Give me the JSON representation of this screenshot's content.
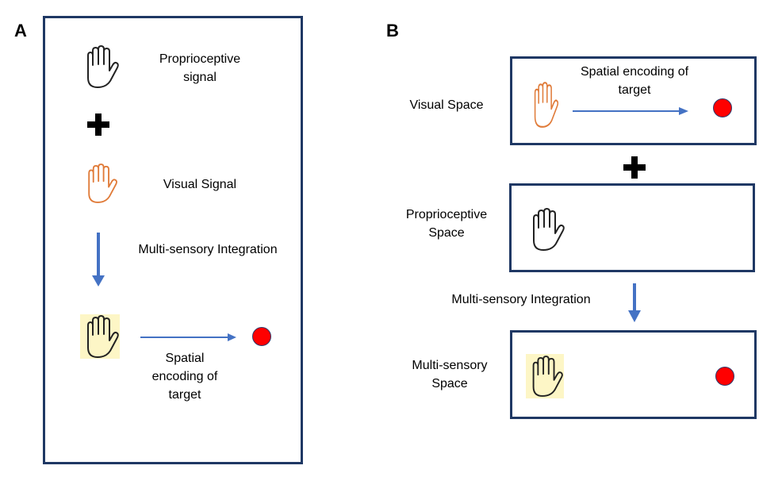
{
  "panel_a": {
    "letter": "A",
    "proprioceptive_label": "Proprioceptive\nsignal",
    "visual_label": "Visual Signal",
    "integration_label": "Multi-sensory Integration",
    "spatial_label": "Spatial\nencoding of\ntarget"
  },
  "panel_b": {
    "letter": "B",
    "visual_space_label": "Visual Space",
    "spatial_label": "Spatial encoding of\ntarget",
    "proprioceptive_space_label": "Proprioceptive\nSpace",
    "integration_label": "Multi-sensory Integration",
    "multisensory_space_label": "Multi-sensory\nSpace"
  },
  "colors": {
    "box_border": "#1f3864",
    "arrow": "#4472c4",
    "target": "#ff0000",
    "visual_hand": "#e07b39",
    "proprioceptive_hand": "#222222",
    "integrated_hand_fill": "#fdf6c6"
  },
  "icons": {
    "hand": "hand-icon",
    "plus": "plus-icon",
    "target": "target-dot"
  }
}
